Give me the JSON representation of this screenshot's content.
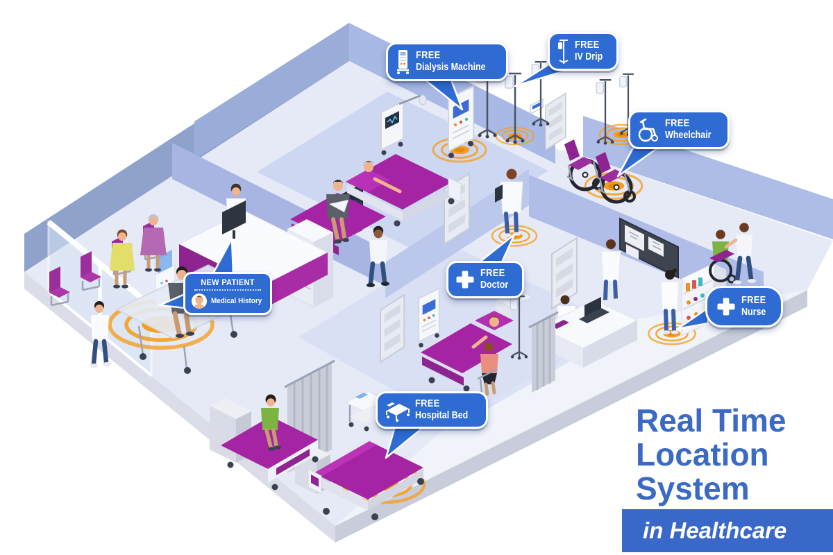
{
  "title": {
    "line1": "Real Time",
    "line2": "Location",
    "line3": "System",
    "subtitle": "in Healthcare"
  },
  "callouts": {
    "dialysis": {
      "line1": "FREE",
      "line2": "Dialysis Machine",
      "icon": "dialysis-machine-icon"
    },
    "iv_drip": {
      "line1": "FREE",
      "line2": "IV Drip",
      "icon": "iv-drip-icon"
    },
    "wheelchair": {
      "line1": "FREE",
      "line2": "Wheelchair",
      "icon": "wheelchair-icon"
    },
    "doctor": {
      "line1": "FREE",
      "line2": "Doctor",
      "icon": "medical-cross-icon"
    },
    "nurse": {
      "line1": "FREE",
      "line2": "Nurse",
      "icon": "medical-cross-icon"
    },
    "hospital_bed": {
      "line1": "FREE",
      "line2": "Hospital Bed",
      "icon": "hospital-bed-icon"
    },
    "new_patient": {
      "header": "NEW PATIENT",
      "label": "Medical History",
      "icon": "patient-avatar-icon"
    }
  },
  "colors": {
    "callout_blue": "#2E6BD3",
    "title_blue": "#3A6AC4",
    "banner_blue": "#3A68C9",
    "bed_purple": "#A524A3",
    "desk_purple": "#8E2490",
    "signal_orange": "#F59D1E",
    "wall_periwinkle": "#A9B9E6",
    "floor_lavender": "#E6EAF7"
  }
}
